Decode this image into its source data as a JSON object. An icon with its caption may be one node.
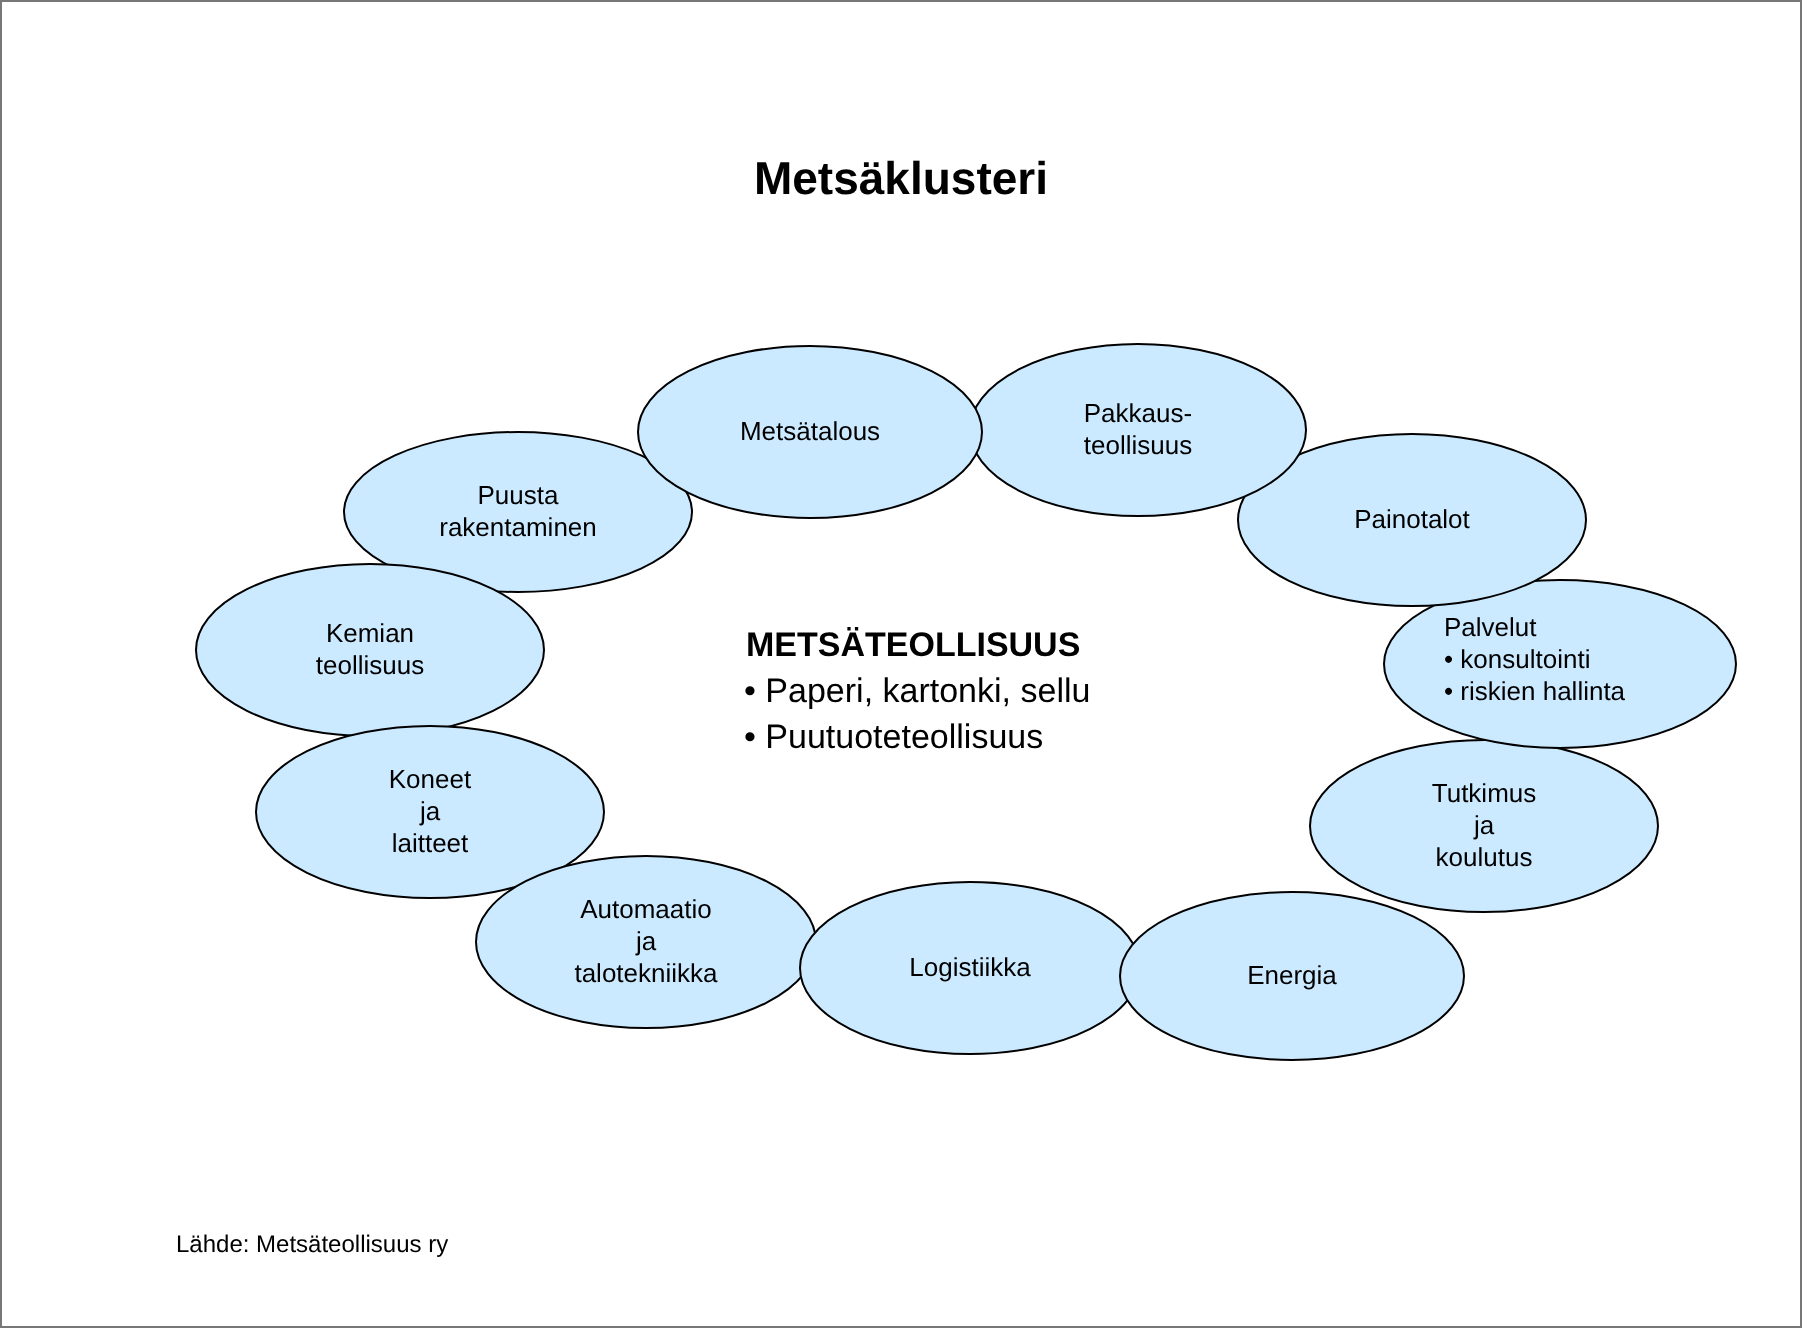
{
  "diagram": {
    "title": "Metsäklusteri",
    "nodes": [
      {
        "text": [
          "Metsätalous"
        ]
      },
      {
        "text": [
          "Pakkaus- teollisuus"
        ]
      },
      {
        "text": [
          "Painotalot"
        ]
      },
      {
        "text": [
          "Palvelut",
          "• konsultointi",
          "• riskien hallinta"
        ]
      },
      {
        "text": [
          "Tutkimus ja koulutus"
        ]
      },
      {
        "text": [
          "Energia"
        ]
      },
      {
        "text": [
          "Logistiikka"
        ]
      },
      {
        "text": [
          "Automaatio ja talotekniikka"
        ]
      },
      {
        "text": [
          "Koneet ja laitteet"
        ]
      },
      {
        "text": [
          "Kemian teollisuus"
        ]
      },
      {
        "text": [
          "Puusta rakentaminen"
        ]
      }
    ],
    "labels": [
      "METSÄTEOLLISUUS",
      "• Paperi, kartonki, sellu",
      "• Puutuoteteollisuus",
      "Lähde: Metsäteollisuus ry"
    ]
  }
}
